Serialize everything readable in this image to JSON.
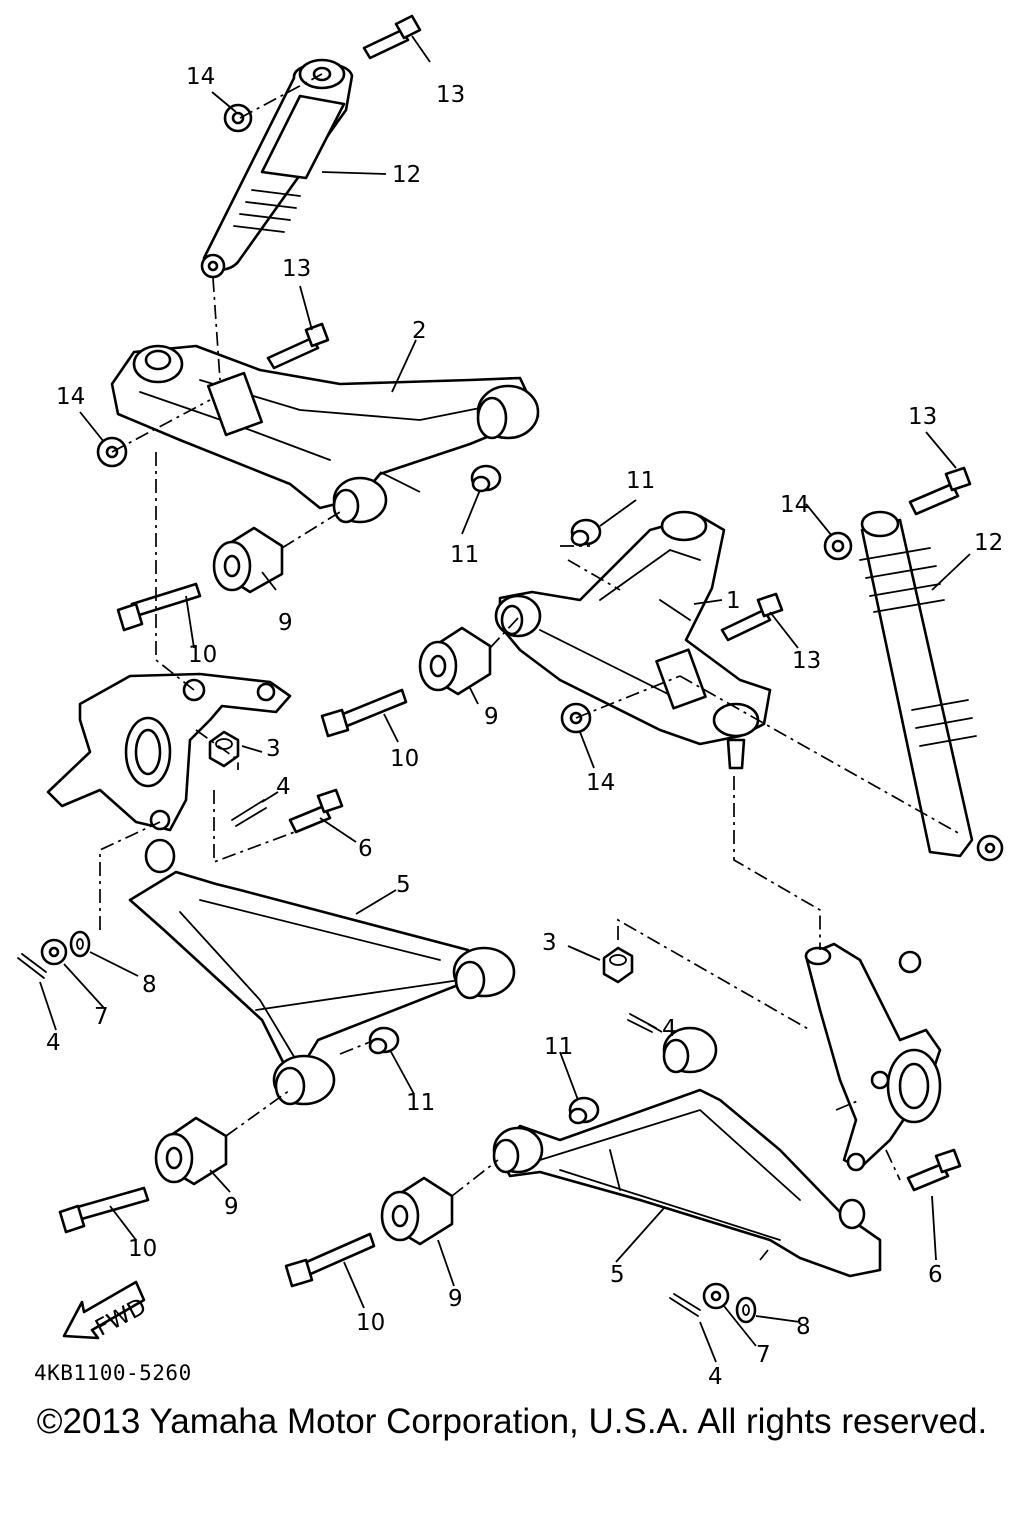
{
  "diagram": {
    "part_number": "4KB1100-5260",
    "copyright": "©2013 Yamaha Motor Corporation, U.S.A. All rights reserved.",
    "fwd_label": "FWD",
    "callouts": {
      "c_14a": "14",
      "c_13a": "13",
      "c_12a": "12",
      "c_13b": "13",
      "c_2": "2",
      "c_14b": "14",
      "c_11a": "11",
      "c_9a": "9",
      "c_10a": "10",
      "c_11b": "11",
      "c_13c": "13",
      "c_14c": "14",
      "c_12b": "12",
      "c_1": "1",
      "c_13d": "13",
      "c_9b": "9",
      "c_10b": "10",
      "c_14d": "14",
      "c_3a": "3",
      "c_4a": "4",
      "c_6a": "6",
      "c_5a": "5",
      "c_8a": "8",
      "c_7a": "7",
      "c_4b": "4",
      "c_3b": "3",
      "c_4c": "4",
      "c_11c": "11",
      "c_11d": "11",
      "c_9c": "9",
      "c_10c": "10",
      "c_9d": "9",
      "c_10d": "10",
      "c_5b": "5",
      "c_6b": "6",
      "c_8b": "8",
      "c_7b": "7",
      "c_4d": "4"
    }
  }
}
